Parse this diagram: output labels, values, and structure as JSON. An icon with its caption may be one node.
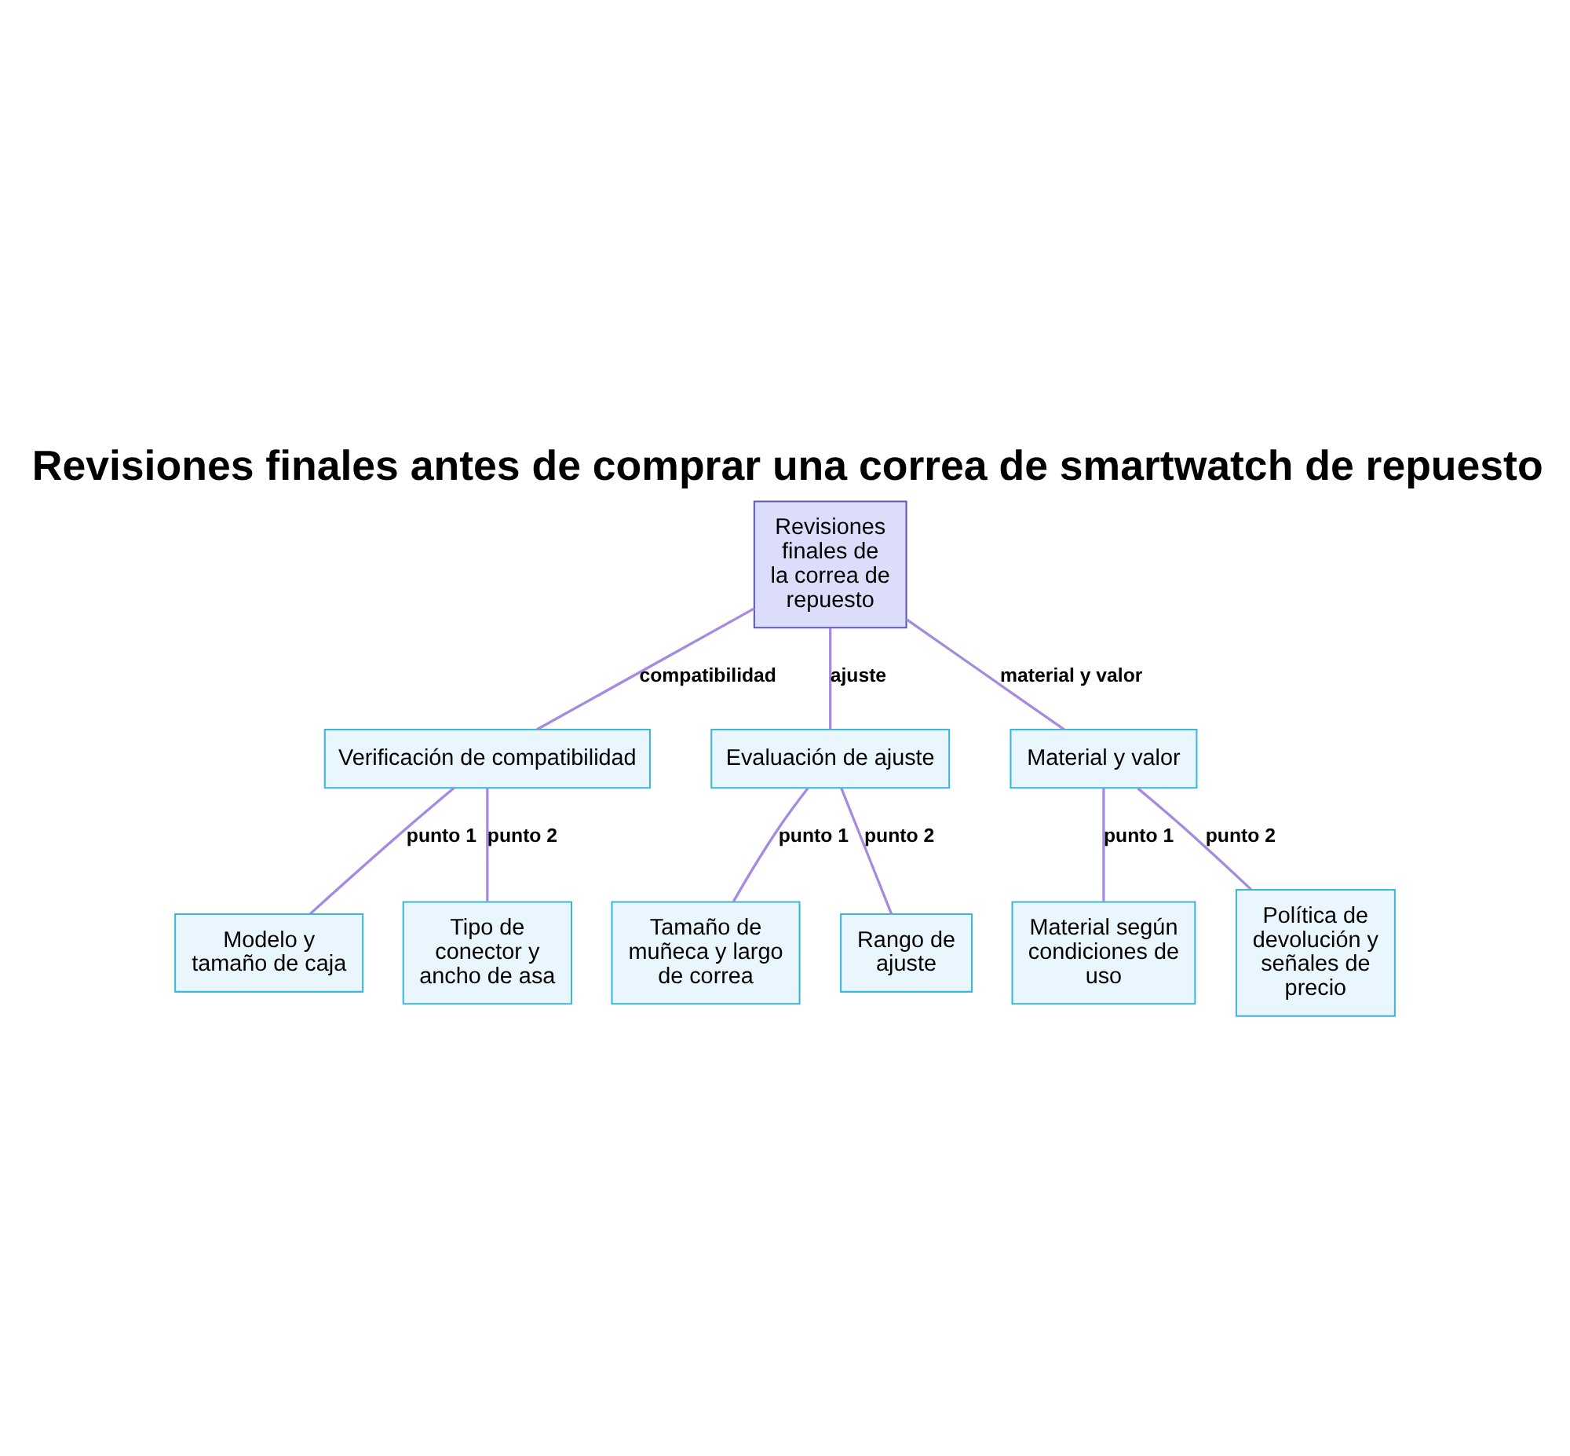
{
  "diagram": {
    "title": "Revisiones finales antes de comprar una correa de smartwatch de repuesto",
    "nodes": [
      {
        "text": [
          "Revisiones finales de la correa de repuesto"
        ]
      },
      {
        "text": [
          "Verificación de compatibilidad"
        ]
      },
      {
        "text": [
          "Evaluación de ajuste"
        ]
      },
      {
        "text": [
          "Material y valor"
        ]
      },
      {
        "text": [
          "Modelo y tamaño de caja"
        ]
      },
      {
        "text": [
          "Tipo de conector y ancho de asa"
        ]
      },
      {
        "text": [
          "Tamaño de muñeca y largo de correa"
        ]
      },
      {
        "text": [
          "Rango de ajuste"
        ]
      },
      {
        "text": [
          "Material según condiciones de uso"
        ]
      },
      {
        "text": [
          "Política de devolución y señales de precio"
        ]
      }
    ],
    "edges": [
      {
        "from": 0,
        "to": 1,
        "arrow": "none",
        "label": "compatibilidad"
      },
      {
        "from": 0,
        "to": 2,
        "arrow": "none",
        "label": "ajuste"
      },
      {
        "from": 0,
        "to": 3,
        "arrow": "none",
        "label": "material y valor"
      },
      {
        "from": 1,
        "to": 4,
        "arrow": "none",
        "label": "punto 1"
      },
      {
        "from": 1,
        "to": 5,
        "arrow": "none",
        "label": "punto 2"
      },
      {
        "from": 2,
        "to": 6,
        "arrow": "none",
        "label": "punto 1"
      },
      {
        "from": 2,
        "to": 7,
        "arrow": "none",
        "label": "punto 2"
      },
      {
        "from": 3,
        "to": 8,
        "arrow": "none",
        "label": "punto 1"
      },
      {
        "from": 3,
        "to": 9,
        "arrow": "none",
        "label": "punto 2"
      }
    ]
  }
}
